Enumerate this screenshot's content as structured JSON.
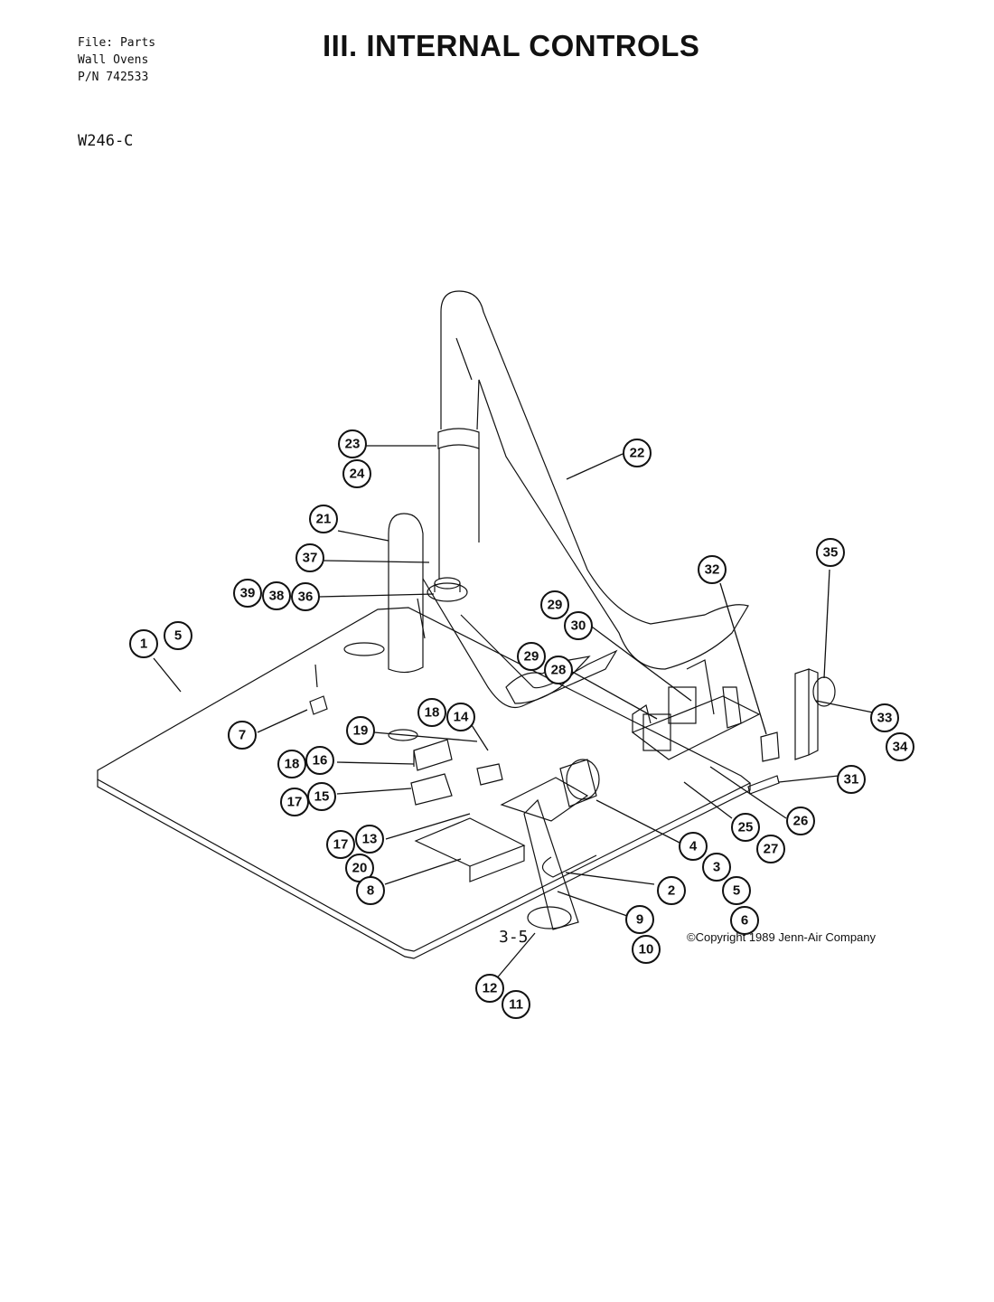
{
  "header": {
    "file_line": "File: Parts",
    "category_line": "Wall Ovens",
    "part_number_line": "P/N 742533"
  },
  "model": "W246-C",
  "title": "III. INTERNAL CONTROLS",
  "footer": {
    "page": "3-5",
    "copyright": "©Copyright 1989 Jenn-Air Company"
  },
  "callouts": [
    "1",
    "5",
    "7",
    "19",
    "18",
    "14",
    "18",
    "16",
    "17",
    "15",
    "17",
    "13",
    "20",
    "8",
    "12",
    "11",
    "9",
    "10",
    "2",
    "4",
    "3",
    "5",
    "6",
    "21",
    "37",
    "39",
    "38",
    "36",
    "23",
    "24",
    "22",
    "29",
    "30",
    "29",
    "28",
    "32",
    "35",
    "33",
    "34",
    "31",
    "25",
    "27",
    "26"
  ]
}
